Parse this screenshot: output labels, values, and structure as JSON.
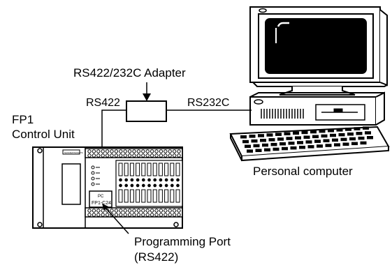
{
  "labels": {
    "adapter": "RS422/232C Adapter",
    "rs422": "RS422",
    "rs232c": "RS232C",
    "fp1_line1": "FP1",
    "fp1_line2": "Control Unit",
    "pc": "Personal computer",
    "port_line1": "Programming Port",
    "port_line2": "(RS422)"
  },
  "unit_text": {
    "small_tag": "NAIS/MATSUSHITA",
    "pc": "PC",
    "model": "FP1-C24"
  }
}
